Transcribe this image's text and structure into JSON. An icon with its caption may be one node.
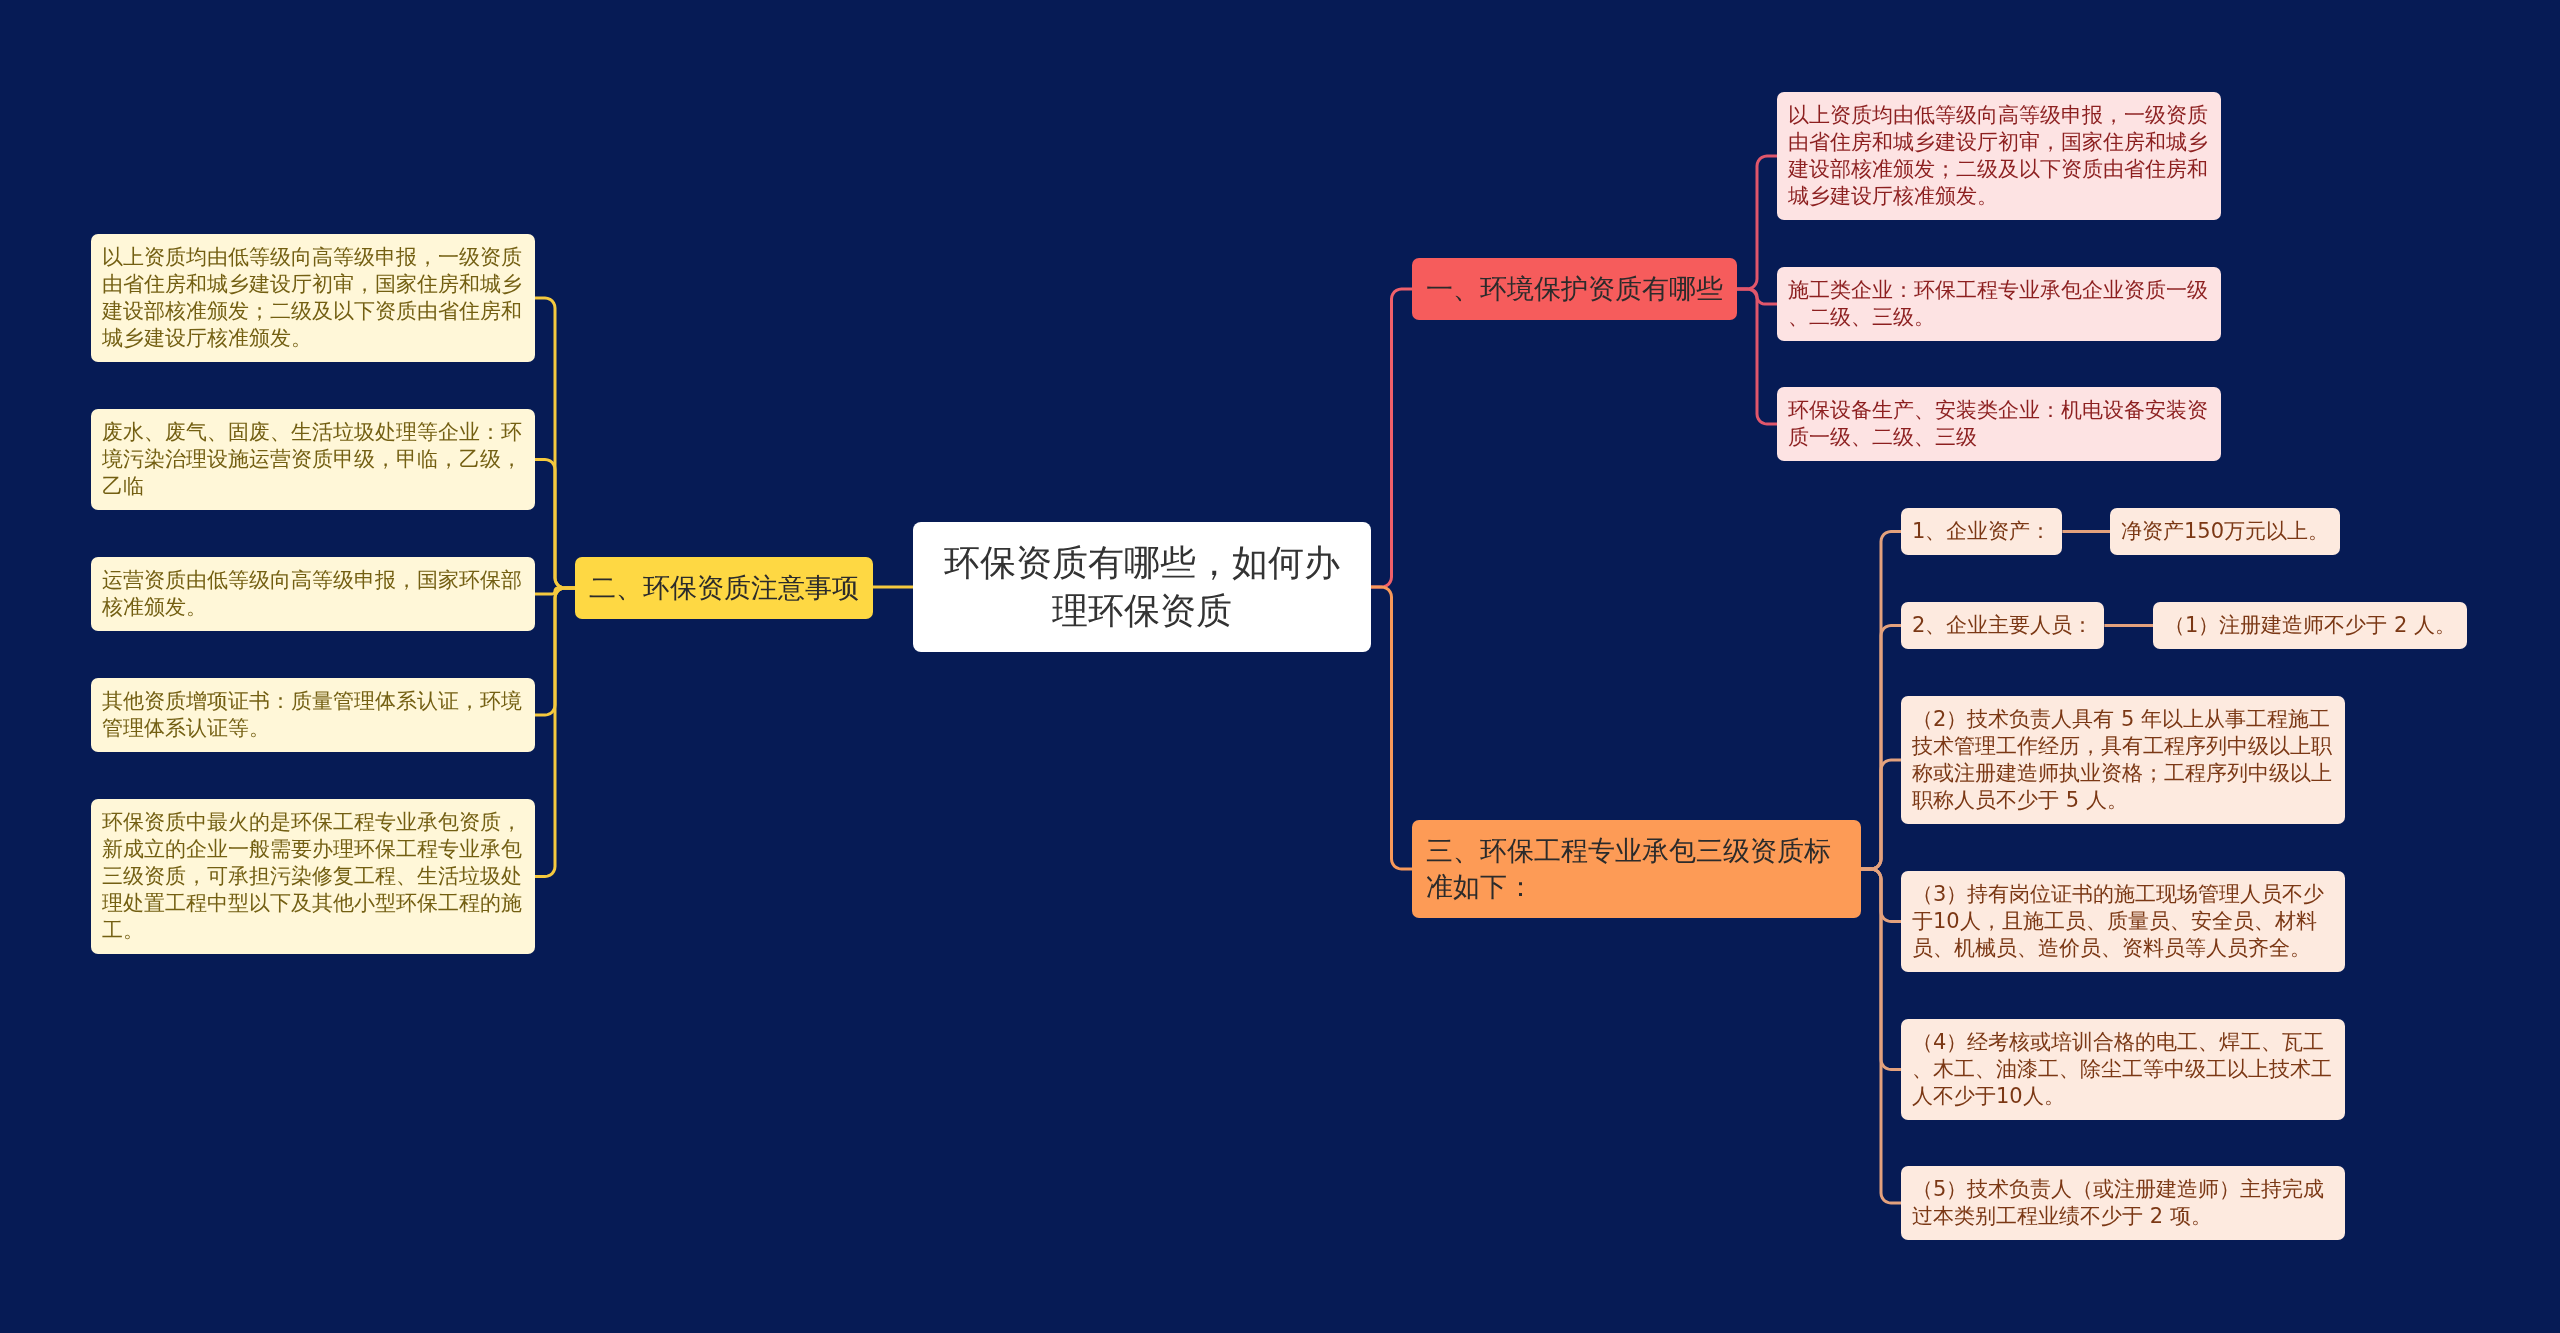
{
  "diagram": {
    "nodes": [
      {
        "text": [
          "环保资质有哪些，如何办理环保资质"
        ]
      },
      {
        "text": [
          "一、环境保护资质有哪些"
        ]
      },
      {
        "text": [
          "以上资质均由低等级向高等级申报，一级资质由省住房和城乡建设厅初审，国家住房和城乡建设部核准颁发；二级及以下资质由省住房和城乡建设厅核准颁发。"
        ]
      },
      {
        "text": [
          "施工类企业：环保工程专业承包企业资质一级、二级、三级。"
        ]
      },
      {
        "text": [
          "环保设备生产、安装类企业：机电设备安装资质一级、二级、三级"
        ]
      },
      {
        "text": [
          "二、环保资质注意事项"
        ]
      },
      {
        "text": [
          "以上资质均由低等级向高等级申报，一级资质由省住房和城乡建设厅初审，国家住房和城乡建设部核准颁发；二级及以下资质由省住房和城乡建设厅核准颁发。"
        ]
      },
      {
        "text": [
          "废水、废气、固废、生活垃圾处理等企业：环境污染治理设施运营资质甲级，甲临，乙级，乙临"
        ]
      },
      {
        "text": [
          "运营资质由低等级向高等级申报，国家环保部核准颁发。"
        ]
      },
      {
        "text": [
          "其他资质增项证书：质量管理体系认证，环境管理体系认证等。"
        ]
      },
      {
        "text": [
          "环保资质中最火的是环保工程专业承包资质，新成立的企业一般需要办理环保工程专业承包三级资质，可承担污染修复工程、生活垃圾处理处置工程中型以下及其他小型环保工程的施工。"
        ]
      },
      {
        "text": [
          "三、环保工程专业承包三级资质标准如下："
        ]
      },
      {
        "text": [
          "1、企业资产："
        ]
      },
      {
        "text": [
          "净资产150万元以上。"
        ]
      },
      {
        "text": [
          "2、企业主要人员："
        ]
      },
      {
        "text": [
          "（1）注册建造师不少于 2 人。"
        ]
      },
      {
        "text": [
          "（2）技术负责人具有 5 年以上从事工程施工技术管理工作经历，具有工程序列中级以上职称或注册建造师执业资格；工程序列中级以上职称人员不少于 5 人。"
        ]
      },
      {
        "text": [
          "（3）持有岗位证书的施工现场管理人员不少于10人，且施工员、质量员、安全员、材料员、机械员、造价员、资料员等人员齐全。"
        ]
      },
      {
        "text": [
          "（4）经考核或培训合格的电工、焊工、瓦工、木工、油漆工、除尘工等中级工以上技术工人不少于10人。"
        ]
      },
      {
        "text": [
          "（5）技术负责人（或注册建造师）主持完成过本类别工程业绩不少于 2 项。"
        ]
      }
    ],
    "edges": [
      {
        "from": 0,
        "to": 1,
        "arrow": "none",
        "color": "#f0606a"
      },
      {
        "from": 1,
        "to": 2,
        "arrow": "none",
        "color": "#e0566b"
      },
      {
        "from": 1,
        "to": 3,
        "arrow": "none",
        "color": "#e0566b"
      },
      {
        "from": 1,
        "to": 4,
        "arrow": "none",
        "color": "#e0566b"
      },
      {
        "from": 0,
        "to": 5,
        "arrow": "none",
        "color": "#f5c93e"
      },
      {
        "from": 5,
        "to": 6,
        "arrow": "none",
        "color": "#f5c93e"
      },
      {
        "from": 5,
        "to": 7,
        "arrow": "none",
        "color": "#f5c93e"
      },
      {
        "from": 5,
        "to": 8,
        "arrow": "none",
        "color": "#f5c93e"
      },
      {
        "from": 5,
        "to": 9,
        "arrow": "none",
        "color": "#f5c93e"
      },
      {
        "from": 5,
        "to": 10,
        "arrow": "none",
        "color": "#f5c93e"
      },
      {
        "from": 0,
        "to": 11,
        "arrow": "none",
        "color": "#f7995a"
      },
      {
        "from": 11,
        "to": 12,
        "arrow": "none",
        "color": "#e3a17d"
      },
      {
        "from": 12,
        "to": 13,
        "arrow": "none",
        "color": "#e3a17d"
      },
      {
        "from": 11,
        "to": 14,
        "arrow": "none",
        "color": "#e3a17d"
      },
      {
        "from": 14,
        "to": 15,
        "arrow": "none",
        "color": "#e3a17d"
      },
      {
        "from": 11,
        "to": 16,
        "arrow": "none",
        "color": "#e3a17d"
      },
      {
        "from": 11,
        "to": 17,
        "arrow": "none",
        "color": "#e3a17d"
      },
      {
        "from": 11,
        "to": 18,
        "arrow": "none",
        "color": "#e3a17d"
      },
      {
        "from": 11,
        "to": 19,
        "arrow": "none",
        "color": "#e3a17d"
      }
    ]
  }
}
